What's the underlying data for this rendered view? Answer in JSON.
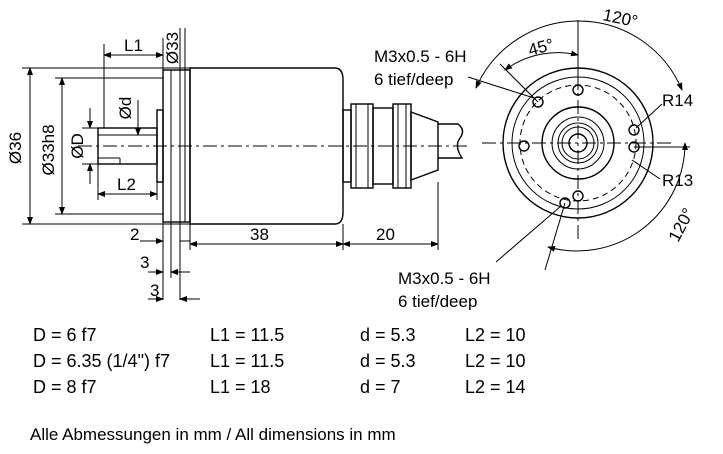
{
  "dimensions": {
    "L1": "L1",
    "d33": "Ø33",
    "d36": "Ø36",
    "d33h8": "Ø33h8",
    "dd": "Ød",
    "dD": "ØD",
    "L2": "L2",
    "n2": "2",
    "n38": "38",
    "n20": "20",
    "n3a": "3",
    "n3b": "3",
    "a120top": "120°",
    "a45": "45°",
    "a120side": "120°",
    "R14": "R14",
    "R13": "R13"
  },
  "callouts": {
    "top_thread": "M3x0.5 - 6H",
    "top_depth": "6 tief/deep",
    "bottom_thread": "M3x0.5 - 6H",
    "bottom_depth": "6 tief/deep"
  },
  "variants": [
    {
      "D": "D = 6 f7",
      "L1": "L1 = 11.5",
      "d": "d = 5.3",
      "L2": "L2 = 10"
    },
    {
      "D": "D = 6.35 (1/4\") f7",
      "L1": "L1 = 11.5",
      "d": "d = 5.3",
      "L2": "L2 = 10"
    },
    {
      "D": "D = 8 f7",
      "L1": "L1 = 18",
      "d": "d = 7",
      "L2": "L2 = 14"
    }
  ],
  "footnote": "Alle Abmessungen in mm / All dimensions in mm"
}
